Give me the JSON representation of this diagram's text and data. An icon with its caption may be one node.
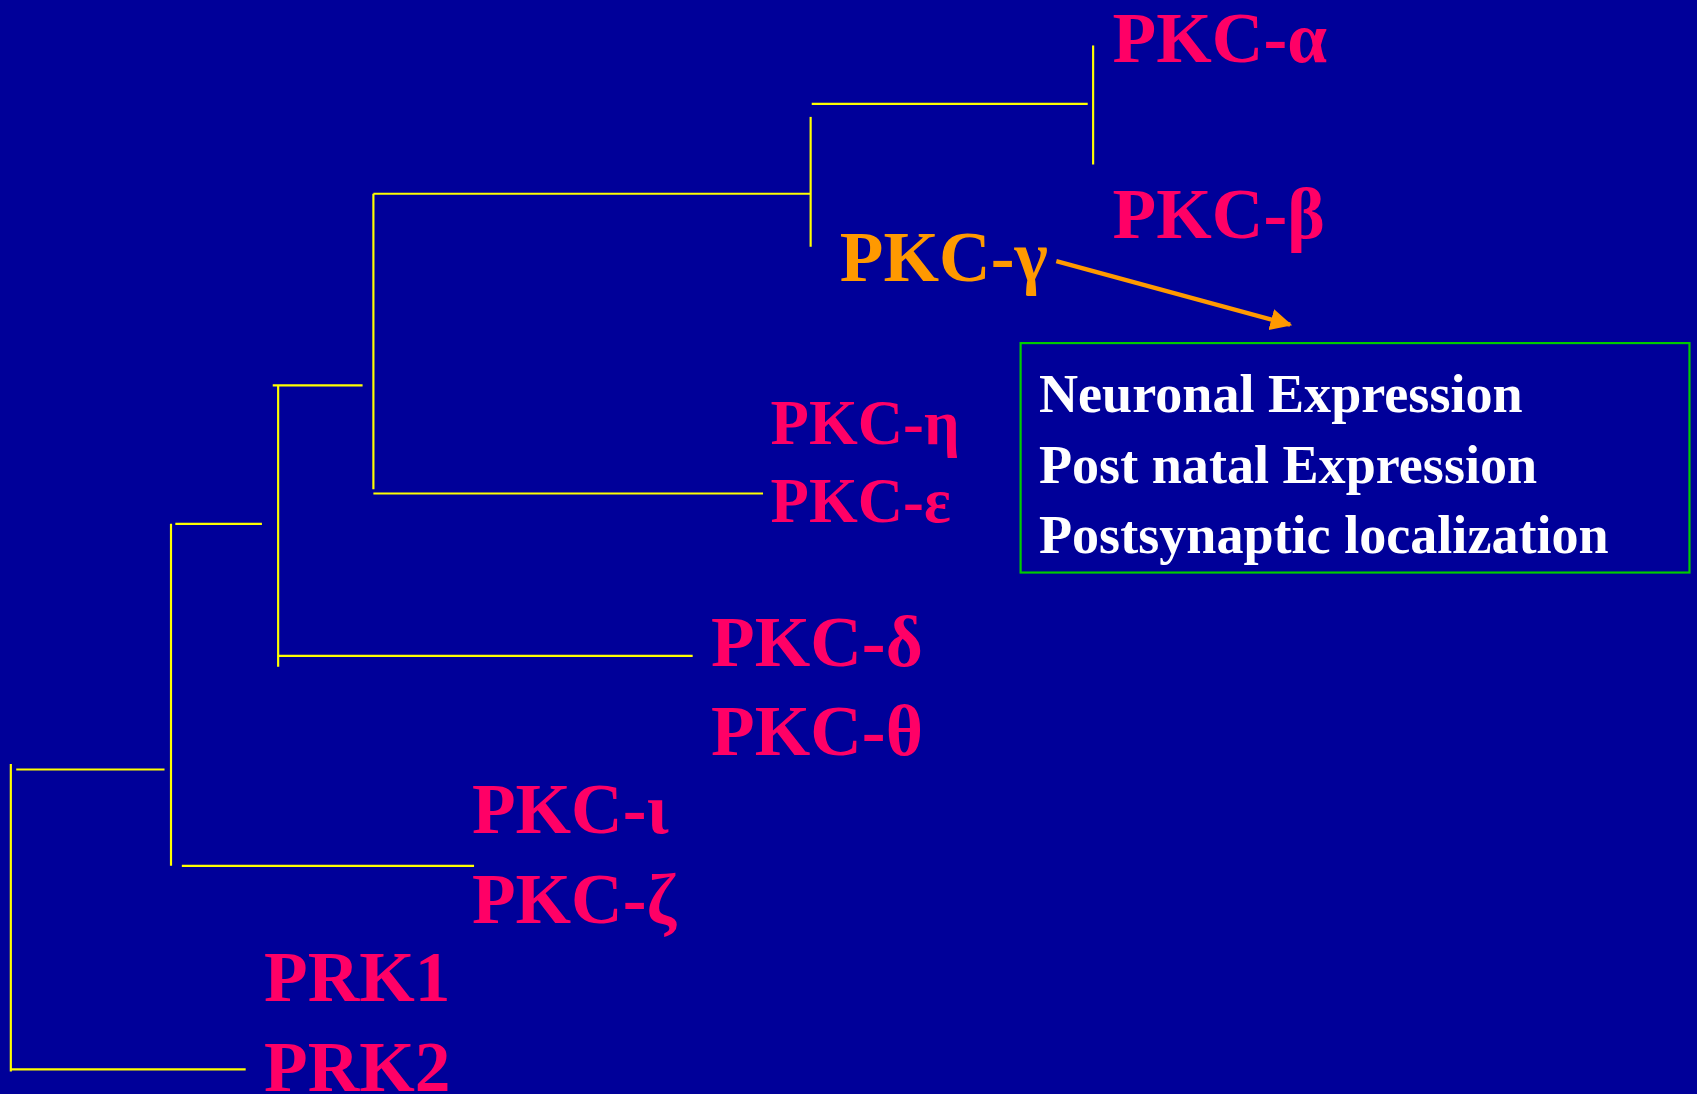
{
  "diagram": {
    "nodes": [
      {
        "text": [
          "PKC-γ"
        ]
      },
      {
        "text": [
          "Neuronal Expression",
          "Post natal Expression",
          "Postsynaptic localization"
        ]
      }
    ],
    "edges": [
      {
        "from": 0,
        "to": 1,
        "arrow": "to"
      }
    ],
    "labels": [
      "PKC-α",
      "PKC-β",
      "PKC-η",
      "PKC-ε",
      "PKC-δ",
      "PKC-θ",
      "PKC-ι",
      "PKC-ζ",
      "PRK1",
      "PRK2"
    ]
  }
}
